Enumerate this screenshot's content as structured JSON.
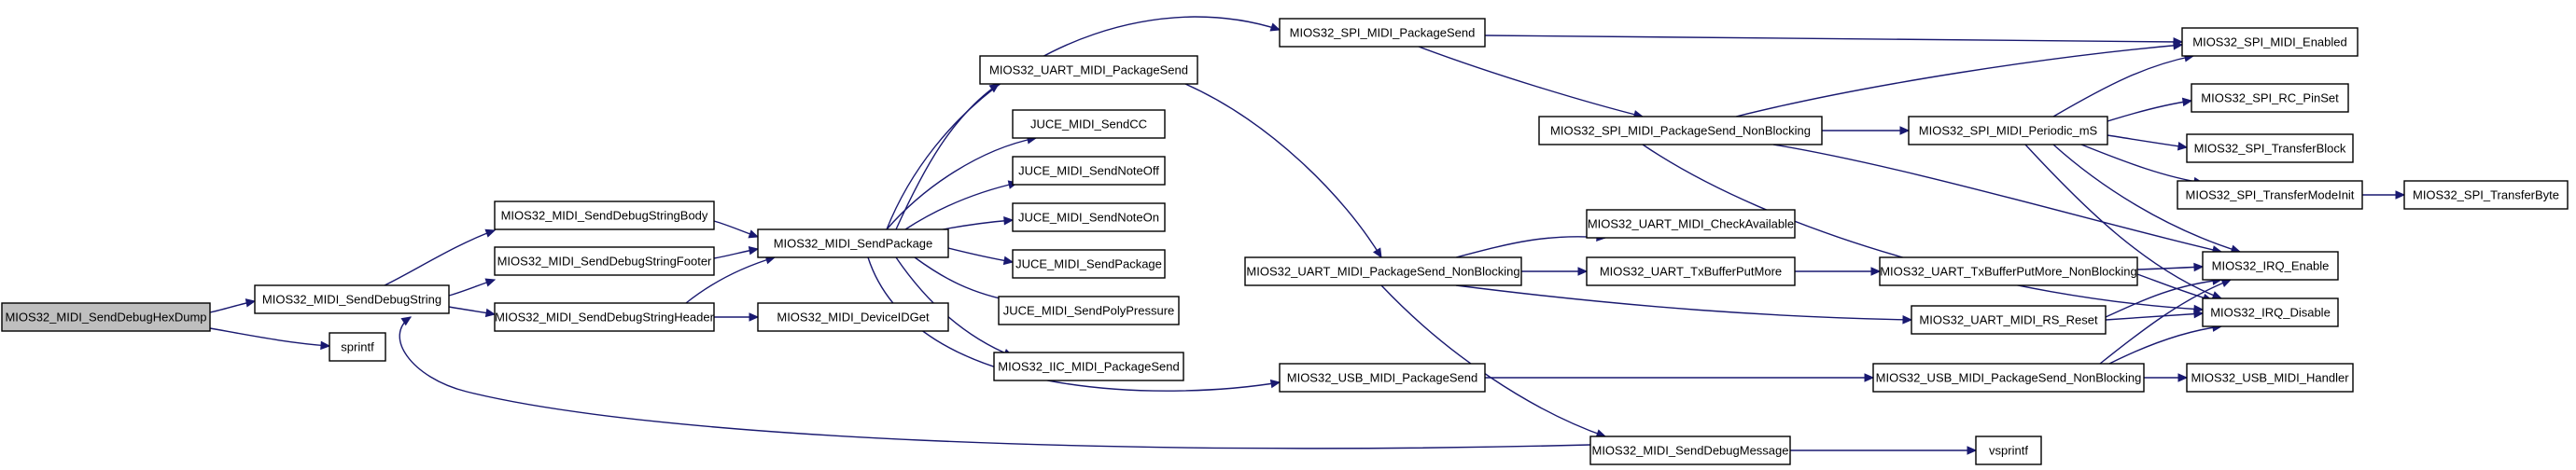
{
  "graph": {
    "colors": {
      "edge": "#191970",
      "root_fill": "#bfbfbf",
      "node_fill": "#ffffff",
      "border": "#000000"
    },
    "nodes": [
      {
        "id": "n0",
        "label": "MIOS32_MIDI_SendDebugHexDump",
        "root": true
      },
      {
        "id": "n1",
        "label": "MIOS32_MIDI_SendDebugString"
      },
      {
        "id": "n2",
        "label": "sprintf"
      },
      {
        "id": "n3",
        "label": "MIOS32_MIDI_SendDebugStringBody"
      },
      {
        "id": "n4",
        "label": "MIOS32_MIDI_SendDebugStringFooter"
      },
      {
        "id": "n5",
        "label": "MIOS32_MIDI_SendDebugStringHeader"
      },
      {
        "id": "n6",
        "label": "MIOS32_MIDI_SendPackage"
      },
      {
        "id": "n7",
        "label": "MIOS32_MIDI_DeviceIDGet"
      },
      {
        "id": "n8",
        "label": "MIOS32_UART_MIDI_PackageSend"
      },
      {
        "id": "n9",
        "label": "JUCE_MIDI_SendCC"
      },
      {
        "id": "n10",
        "label": "JUCE_MIDI_SendNoteOff"
      },
      {
        "id": "n11",
        "label": "JUCE_MIDI_SendNoteOn"
      },
      {
        "id": "n12",
        "label": "JUCE_MIDI_SendPackage"
      },
      {
        "id": "n13",
        "label": "JUCE_MIDI_SendPolyPressure"
      },
      {
        "id": "n14",
        "label": "MIOS32_IIC_MIDI_PackageSend"
      },
      {
        "id": "n15",
        "label": "MIOS32_SPI_MIDI_PackageSend"
      },
      {
        "id": "n16",
        "label": "MIOS32_UART_MIDI_PackageSend_NonBlocking"
      },
      {
        "id": "n17",
        "label": "MIOS32_USB_MIDI_PackageSend"
      },
      {
        "id": "n18",
        "label": "MIOS32_SPI_MIDI_PackageSend_NonBlocking"
      },
      {
        "id": "n19",
        "label": "MIOS32_UART_MIDI_CheckAvailable"
      },
      {
        "id": "n20",
        "label": "MIOS32_UART_TxBufferPutMore"
      },
      {
        "id": "n21",
        "label": "MIOS32_MIDI_SendDebugMessage"
      },
      {
        "id": "n22",
        "label": "MIOS32_SPI_MIDI_Periodic_mS"
      },
      {
        "id": "n23",
        "label": "MIOS32_UART_TxBufferPutMore_NonBlocking"
      },
      {
        "id": "n24",
        "label": "MIOS32_UART_MIDI_RS_Reset"
      },
      {
        "id": "n25",
        "label": "MIOS32_USB_MIDI_PackageSend_NonBlocking"
      },
      {
        "id": "n26",
        "label": "vsprintf"
      },
      {
        "id": "n27",
        "label": "MIOS32_SPI_MIDI_Enabled"
      },
      {
        "id": "n28",
        "label": "MIOS32_SPI_RC_PinSet"
      },
      {
        "id": "n29",
        "label": "MIOS32_SPI_TransferBlock"
      },
      {
        "id": "n30",
        "label": "MIOS32_SPI_TransferModeInit"
      },
      {
        "id": "n31",
        "label": "MIOS32_IRQ_Enable"
      },
      {
        "id": "n32",
        "label": "MIOS32_IRQ_Disable"
      },
      {
        "id": "n33",
        "label": "MIOS32_USB_MIDI_Handler"
      },
      {
        "id": "n34",
        "label": "MIOS32_SPI_TransferByte"
      }
    ],
    "edges": [
      [
        "n0",
        "n1"
      ],
      [
        "n0",
        "n2"
      ],
      [
        "n1",
        "n3"
      ],
      [
        "n1",
        "n4"
      ],
      [
        "n1",
        "n5"
      ],
      [
        "n3",
        "n6"
      ],
      [
        "n4",
        "n6"
      ],
      [
        "n5",
        "n6"
      ],
      [
        "n5",
        "n7"
      ],
      [
        "n6",
        "n8"
      ],
      [
        "n6",
        "n9"
      ],
      [
        "n6",
        "n10"
      ],
      [
        "n6",
        "n11"
      ],
      [
        "n6",
        "n12"
      ],
      [
        "n6",
        "n13"
      ],
      [
        "n6",
        "n14"
      ],
      [
        "n6",
        "n15"
      ],
      [
        "n6",
        "n17"
      ],
      [
        "n8",
        "n16"
      ],
      [
        "n15",
        "n27"
      ],
      [
        "n15",
        "n18"
      ],
      [
        "n16",
        "n19"
      ],
      [
        "n16",
        "n20"
      ],
      [
        "n16",
        "n24"
      ],
      [
        "n16",
        "n21"
      ],
      [
        "n17",
        "n25"
      ],
      [
        "n18",
        "n27"
      ],
      [
        "n18",
        "n22"
      ],
      [
        "n18",
        "n31"
      ],
      [
        "n18",
        "n32"
      ],
      [
        "n20",
        "n23"
      ],
      [
        "n21",
        "n1"
      ],
      [
        "n21",
        "n26"
      ],
      [
        "n22",
        "n27"
      ],
      [
        "n22",
        "n28"
      ],
      [
        "n22",
        "n29"
      ],
      [
        "n22",
        "n30"
      ],
      [
        "n22",
        "n31"
      ],
      [
        "n22",
        "n32"
      ],
      [
        "n23",
        "n31"
      ],
      [
        "n23",
        "n32"
      ],
      [
        "n24",
        "n31"
      ],
      [
        "n24",
        "n32"
      ],
      [
        "n25",
        "n31"
      ],
      [
        "n25",
        "n32"
      ],
      [
        "n25",
        "n33"
      ],
      [
        "n30",
        "n34"
      ]
    ]
  }
}
